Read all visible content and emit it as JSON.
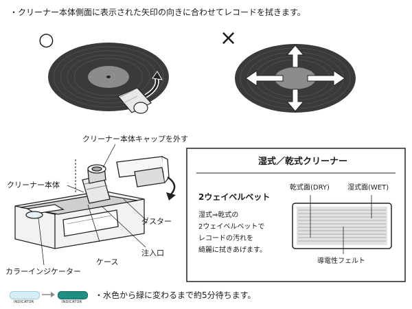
{
  "instruction": "・クリーナー本体側面に表示された矢印の向きに合わせてレコードを拭きます。",
  "marks": {
    "correct": "○",
    "wrong": "×"
  },
  "labels": {
    "cap_remove": "クリーナー本体キャップを外す",
    "body": "クリーナー本体",
    "duster": "ダスター",
    "case": "ケース",
    "inlet": "注入口",
    "color_indicator": "カラーインジケーター"
  },
  "info_box": {
    "title": "湿式／乾式クリーナー",
    "subtitle": "2ウェイベルベット",
    "description": [
      "湿式⇒乾式の",
      "2ウェイベルベットで",
      "レコードの汚れを",
      "綺麗に拭きあげます。"
    ],
    "dry_label": "乾式面(DRY)",
    "wet_label": "湿式面(WET)",
    "felt_label": "導電性フェルト"
  },
  "indicator": {
    "before_label": "INDICATOR",
    "after_label": "INDICATOR",
    "before_color": "#d6ecf7",
    "after_color": "#1e8f82",
    "note": "・水色から緑に変わるまで約5分待ちます。"
  }
}
